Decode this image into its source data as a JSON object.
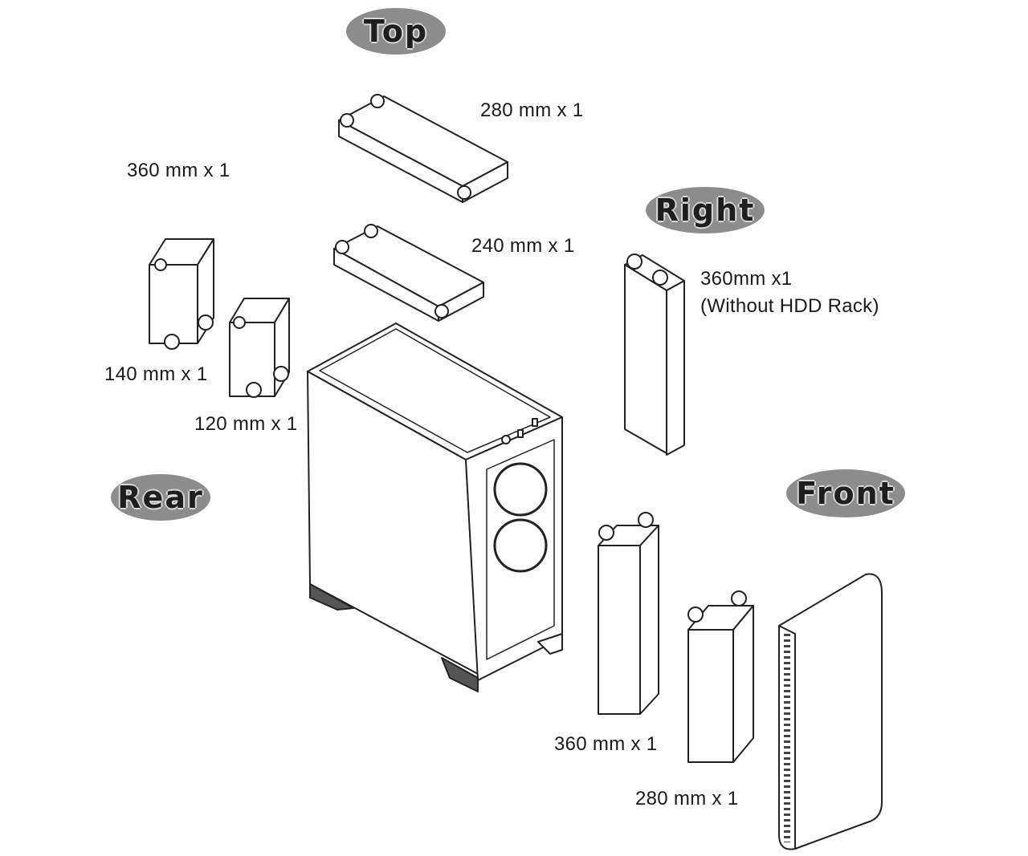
{
  "sections": {
    "top": "Top",
    "right": "Right",
    "rear": "Rear",
    "front": "Front"
  },
  "labels": {
    "top_280": "280 mm x 1",
    "top_360": "360 mm x 1",
    "top_240": "240 mm x 1",
    "rear_140": "140 mm x 1",
    "rear_120": "120 mm x 1",
    "right_360": "360mm x1",
    "right_note": "(Without HDD Rack)",
    "front_360": "360 mm x 1",
    "front_280": "280 mm x 1"
  },
  "colors": {
    "pill": "#8c8c8c",
    "line": "#222222"
  }
}
